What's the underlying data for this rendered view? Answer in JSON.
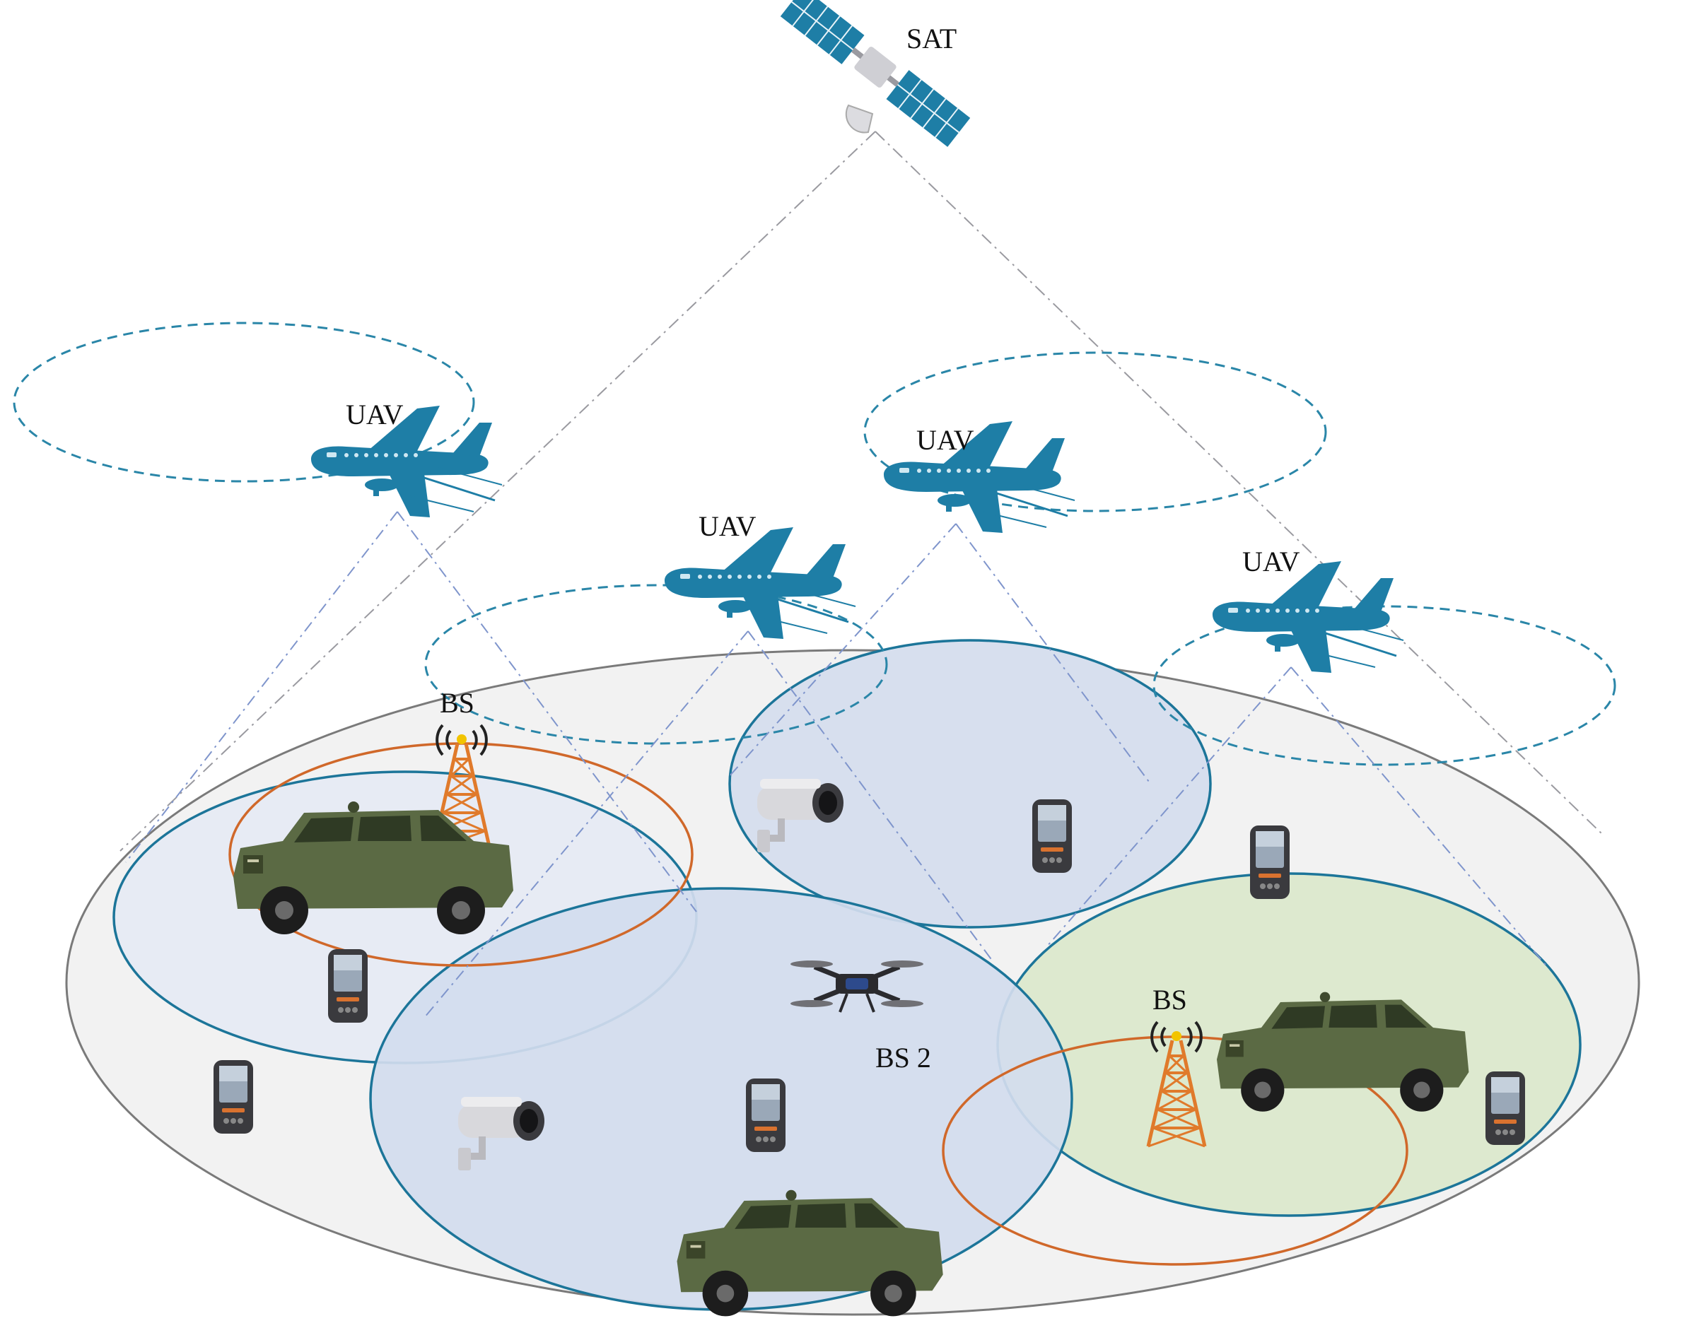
{
  "colors": {
    "uav_blue": "#1e7ea6",
    "coverage_blue": "#2a86a8",
    "bs_orange": "#d8702a",
    "ground_fill": "#f2f2f2",
    "green_cell": "#dde9cf",
    "vehicle_green": "#5b6a44"
  },
  "labels": {
    "sat": "SAT",
    "uav_1": "UAV",
    "uav_2": "UAV",
    "uav_3": "UAV",
    "uav_4": "UAV",
    "bs_1": "BS",
    "bs_2": "BS 2",
    "bs_3": "BS"
  },
  "icons": {
    "satellite": "satellite-icon",
    "uav": "airplane-icon",
    "tower": "cell-tower-icon",
    "vehicle": "military-vehicle-icon",
    "phone": "handheld-terminal-icon",
    "camera": "surveillance-camera-icon",
    "drone": "quadcopter-drone-icon"
  }
}
